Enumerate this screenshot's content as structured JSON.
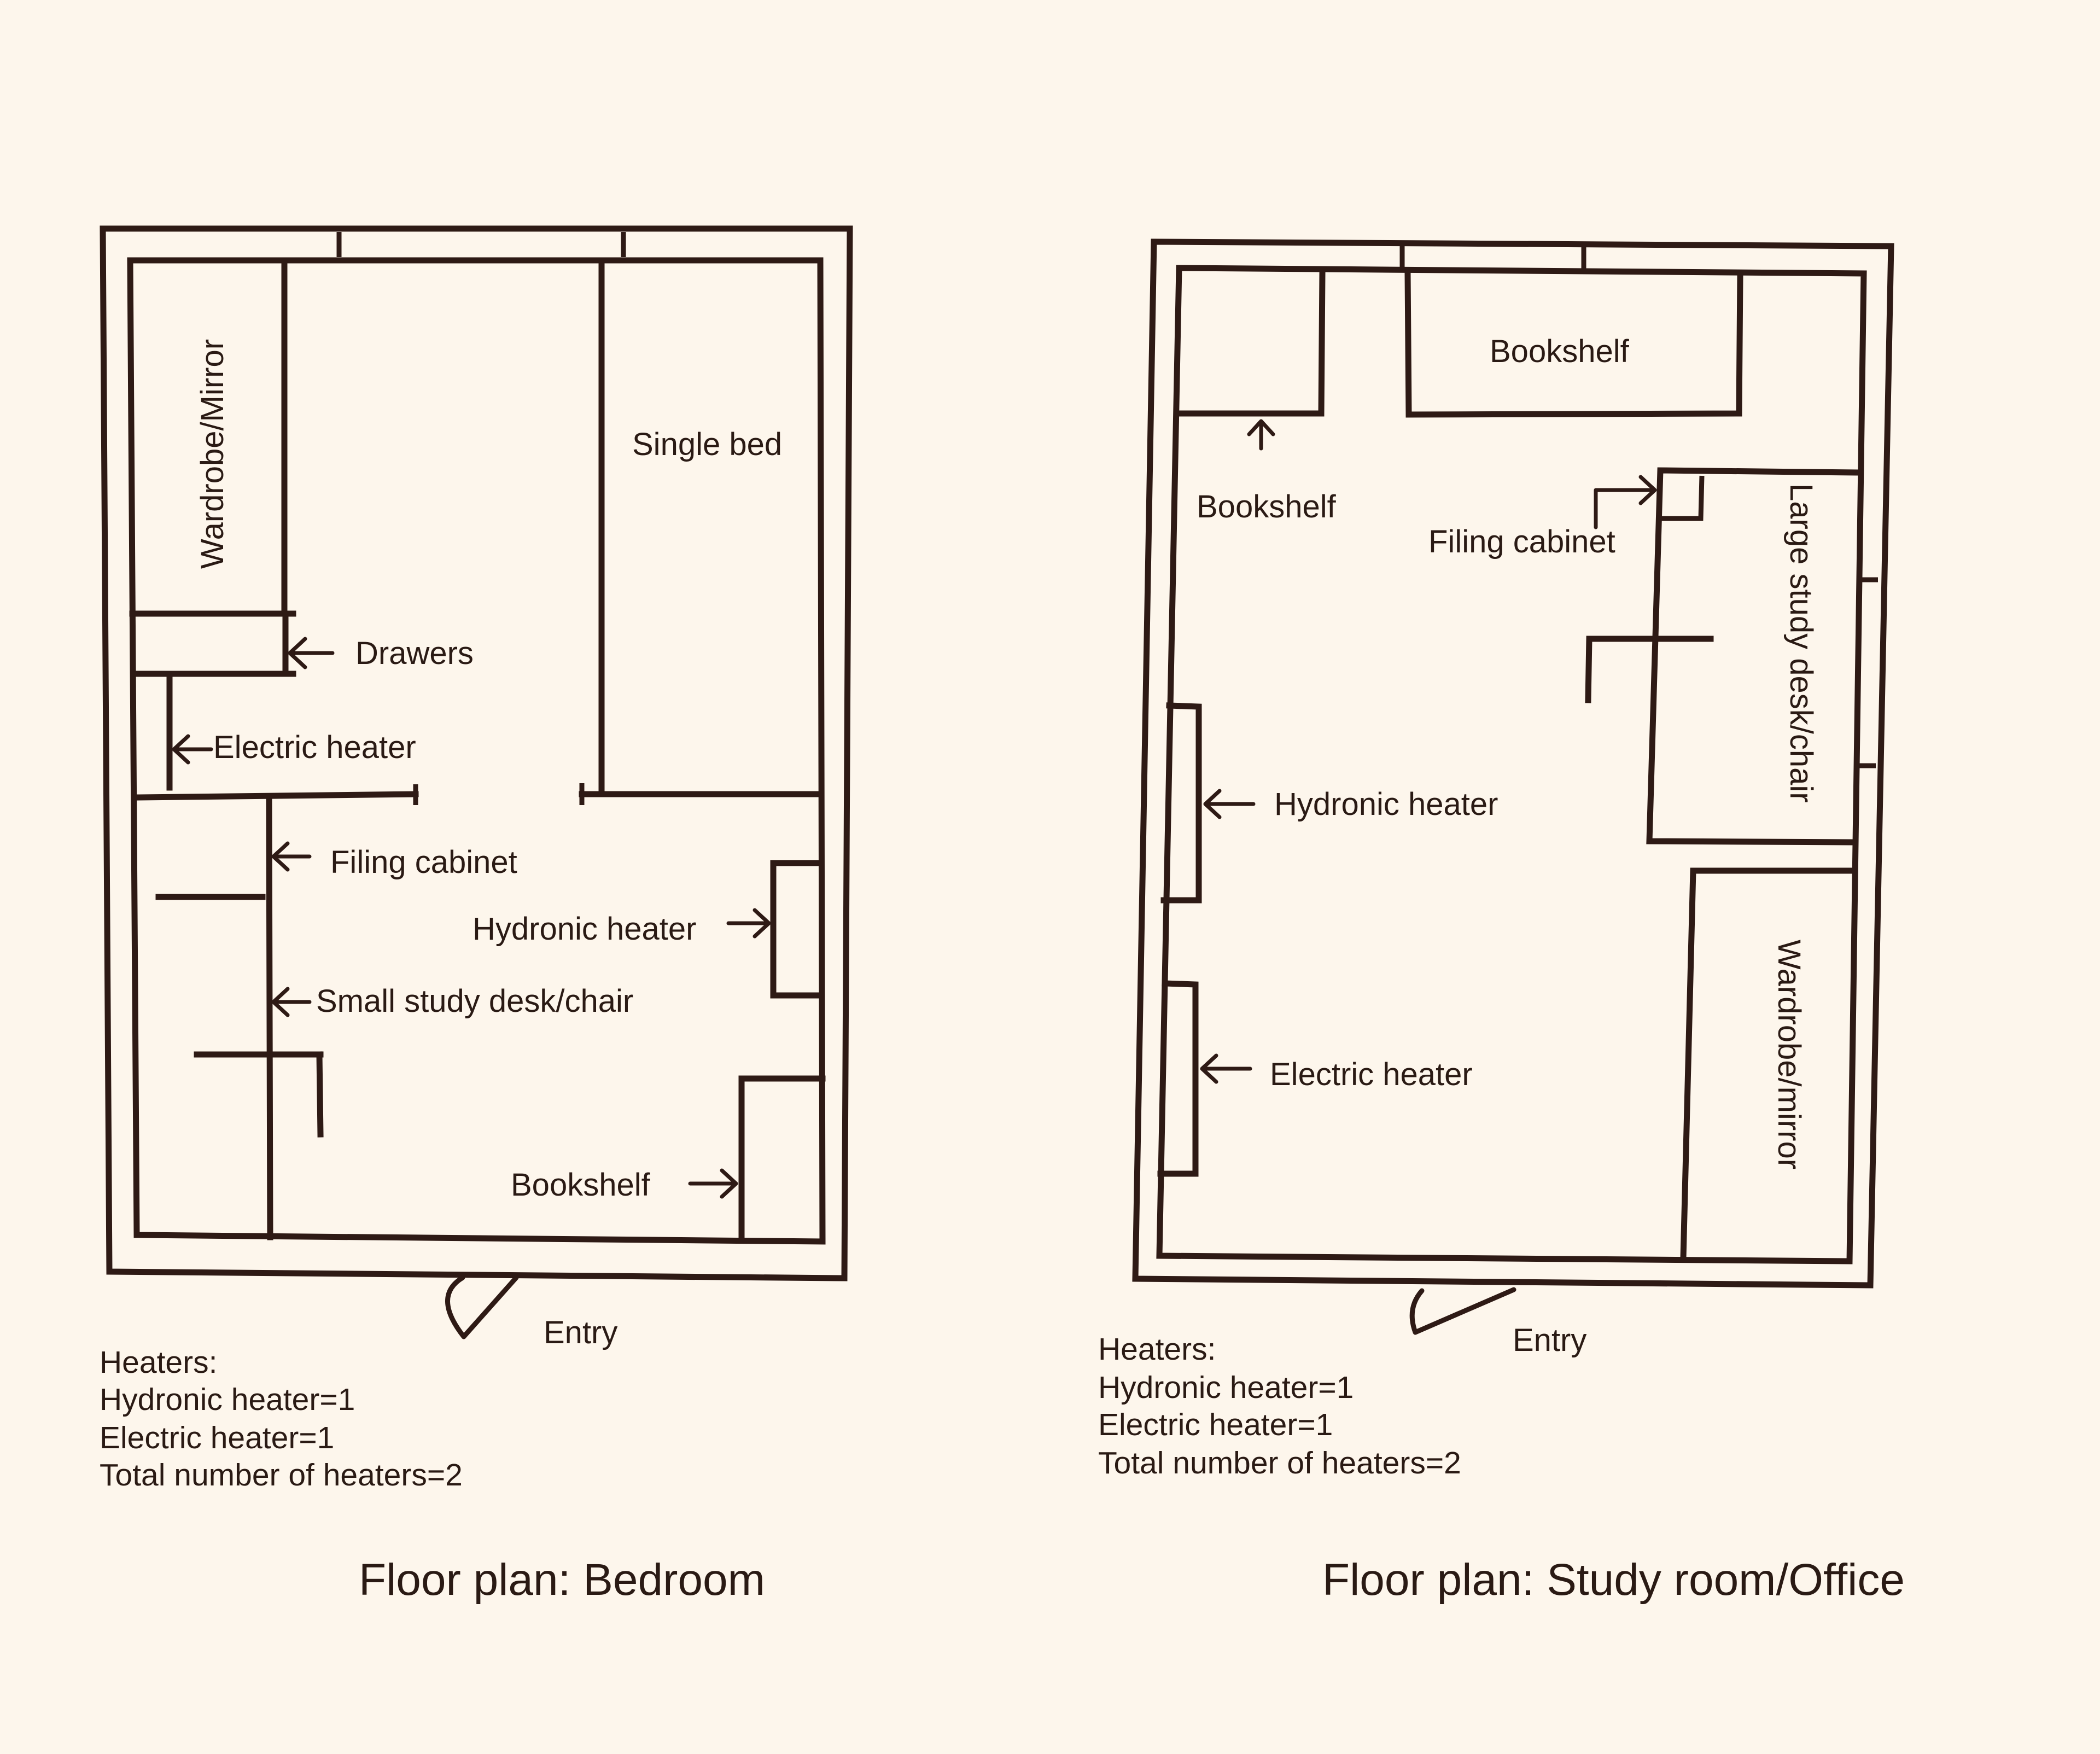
{
  "plans": [
    {
      "caption": "Floor plan: Bedroom",
      "labels": {
        "wardrobe": "Wardrobe/Mirror",
        "single_bed": "Single bed",
        "drawers": "Drawers",
        "electric_heater": "Electric heater",
        "filing_cabinet": "Filing cabinet",
        "hydronic_heater": "Hydronic heater",
        "small_desk": "Small study desk/chair",
        "bookshelf": "Bookshelf",
        "entry": "Entry"
      },
      "notes": {
        "heading": "Heaters:",
        "hydronic": "Hydronic heater=1",
        "electric": "Electric heater=1",
        "total": "Total number of heaters=2"
      }
    },
    {
      "caption": "Floor plan: Study room/Office",
      "labels": {
        "bookshelf_top": "Bookshelf",
        "bookshelf_left": "Bookshelf",
        "filing_cabinet": "Filing cabinet",
        "large_desk": "Large study desk/chair",
        "hydronic_heater": "Hydronic heater",
        "electric_heater": "Electric heater",
        "wardrobe": "Wardrobe/mirror",
        "entry": "Entry"
      },
      "notes": {
        "heading": "Heaters:",
        "hydronic": "Hydronic heater=1",
        "electric": "Electric heater=1",
        "total": "Total number of heaters=2"
      }
    }
  ]
}
